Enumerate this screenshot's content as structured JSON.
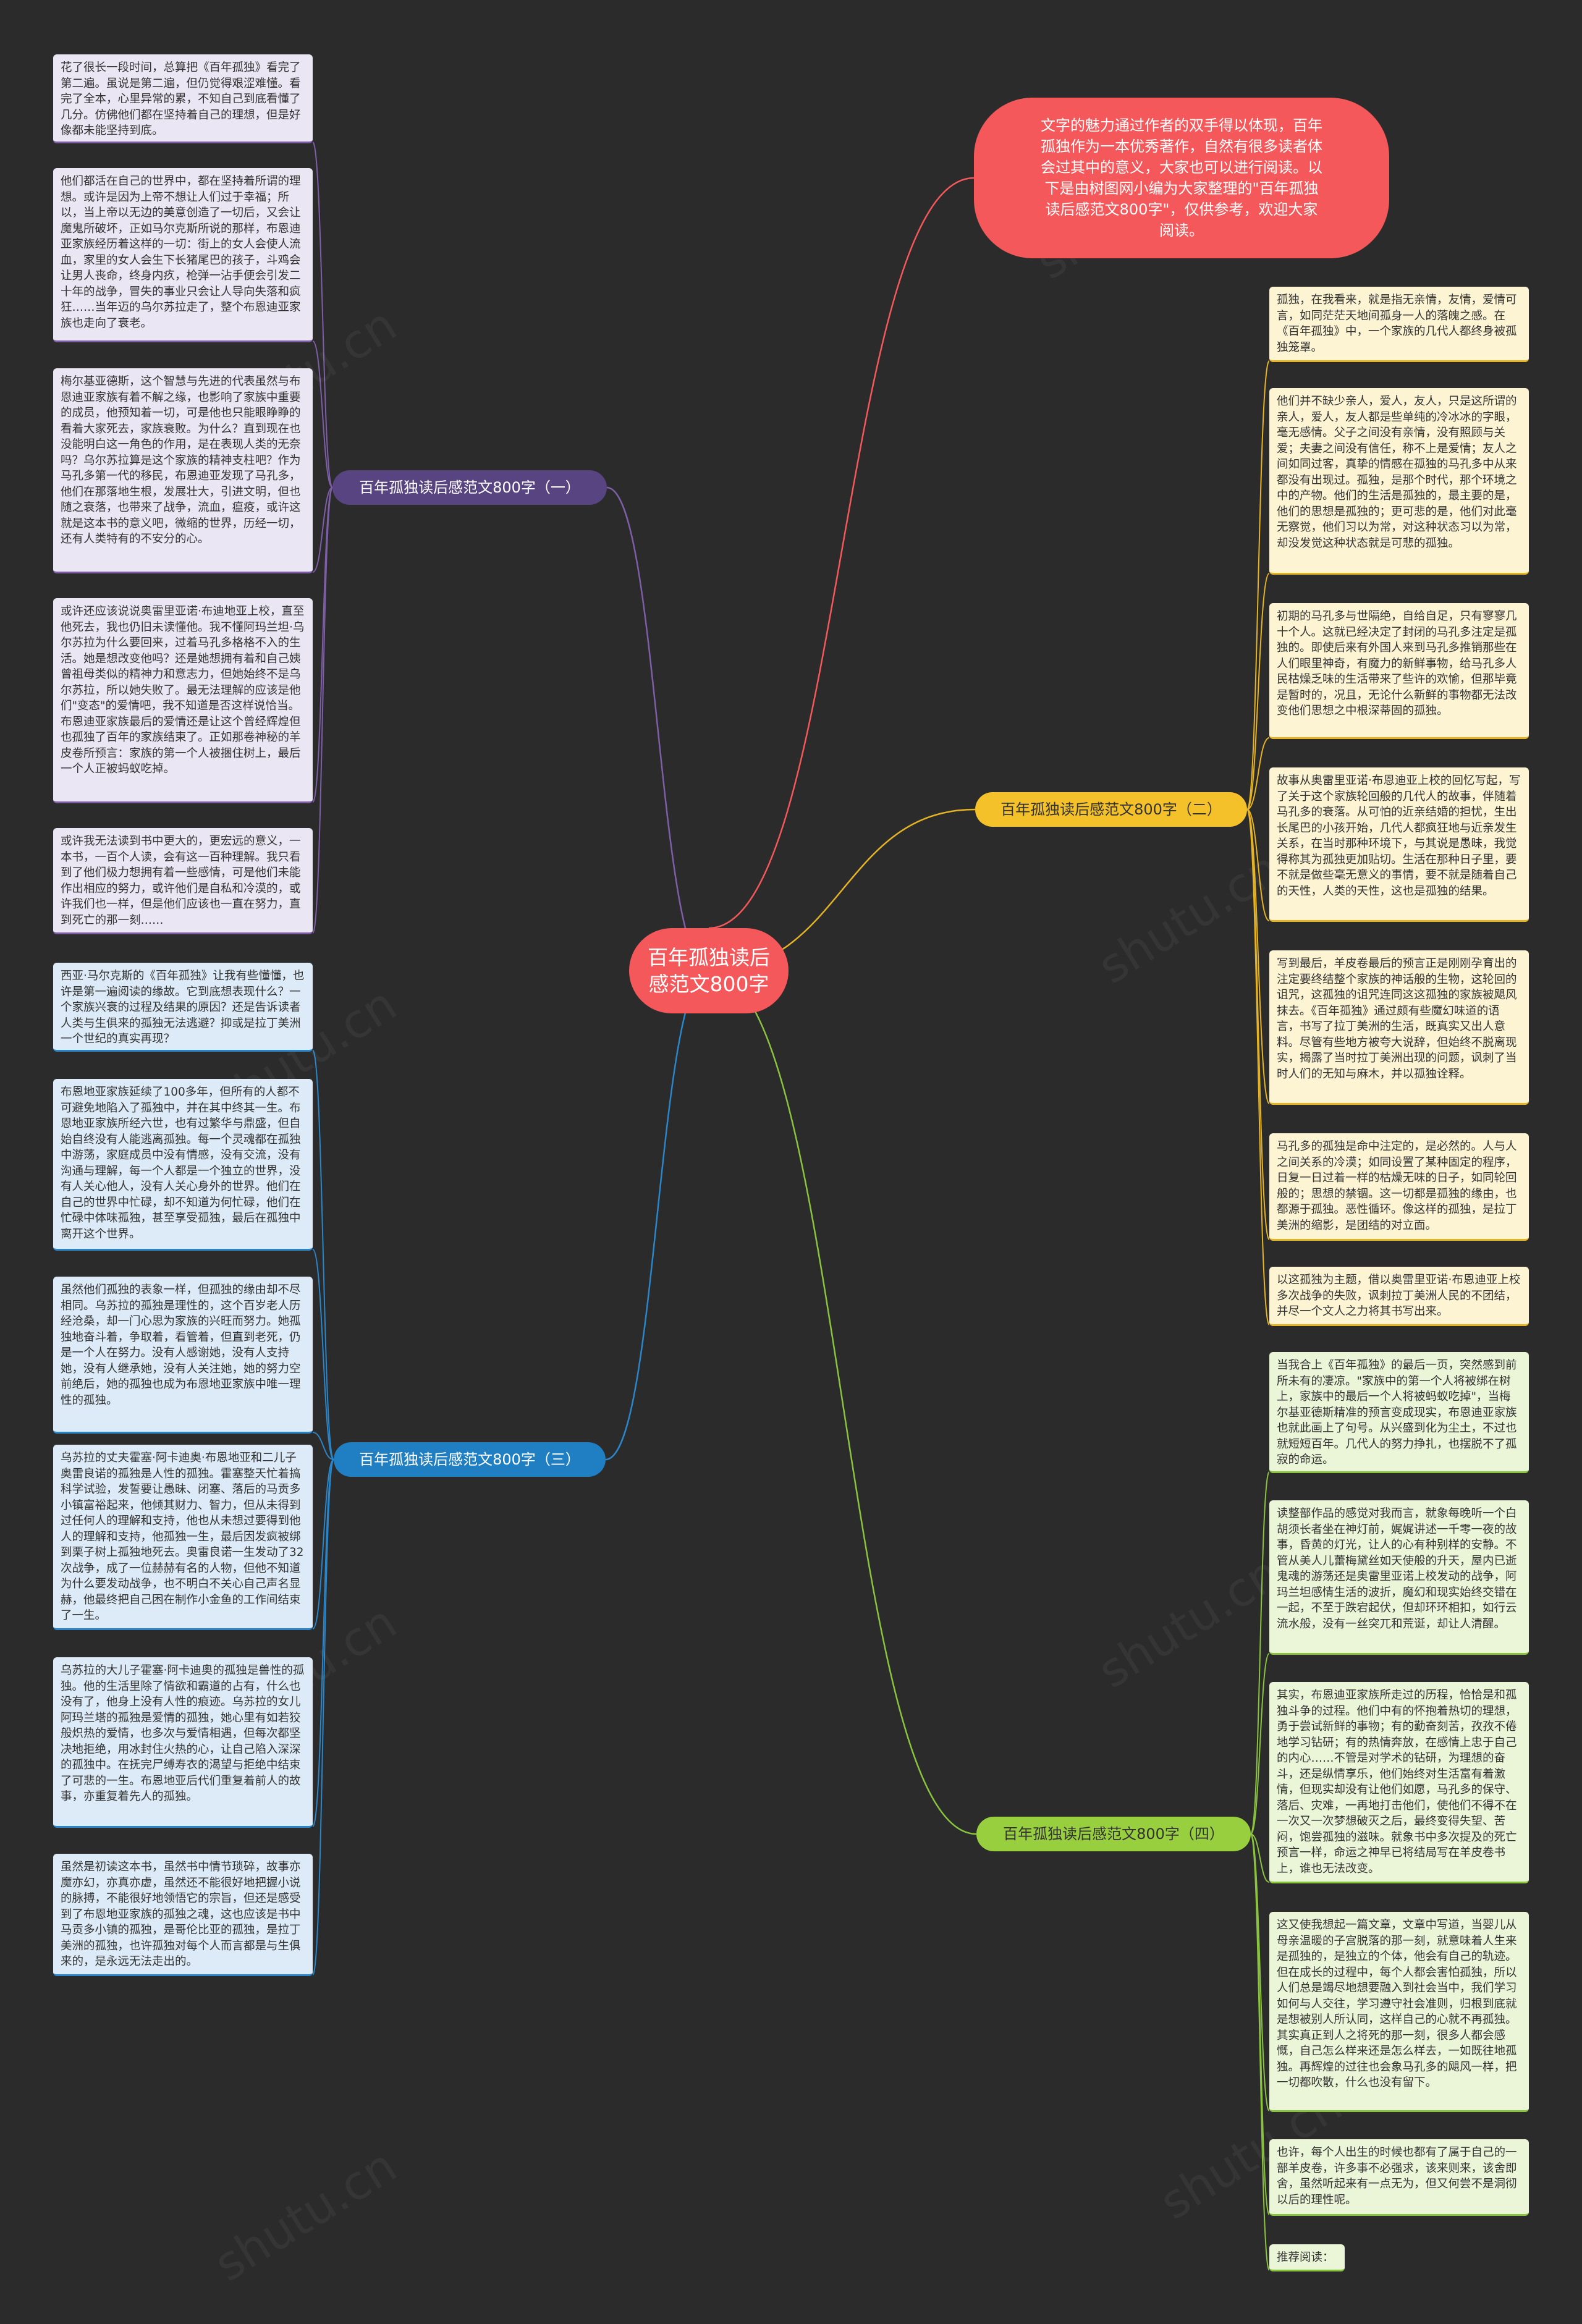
{
  "root": {
    "title": "百年孤独读后感范文800字"
  },
  "intro": "文字的魅力通过作者的双手得以体现，百年孤独作为一本优秀著作，自然有很多读者体会过其中的意义，大家也可以进行阅读。以下是由树图网小编为大家整理的\"百年孤独读后感范文800字\"，仅供参考，欢迎大家阅读。",
  "branches": [
    {
      "label": "百年孤独读后感范文800字（一）",
      "notes": [
        "花了很长一段时间，总算把《百年孤独》看完了第二遍。虽说是第二遍，但仍觉得艰涩难懂。看完了全本，心里异常的累，不知自己到底看懂了几分。仿佛他们都在坚持着自己的理想，但是好像都未能坚持到底。",
        "他们都活在自己的世界中，都在坚持着所谓的理想。或许是因为上帝不想让人们过于幸福；所以，当上帝以无边的美意创造了一切后，又会让魔鬼所破坏，正如马尔克斯所说的那样，布恩迪亚家族经历着这样的一切：街上的女人会使人流血，家里的女人会生下长猪尾巴的孩子，斗鸡会让男人丧命，终身内疚，枪弹一沾手便会引发二十年的战争，冒失的事业只会让人导向失落和疯狂……当年迈的乌尔苏拉走了，整个布恩迪亚家族也走向了衰老。",
        "梅尔基亚德斯，这个智慧与先进的代表虽然与布恩迪亚家族有着不解之缘，也影响了家族中重要的成员，他预知着一切，可是他也只能眼睁睁的看着大家死去，家族衰败。为什么？直到现在也没能明白这一角色的作用，是在表现人类的无奈吗？乌尔苏拉算是这个家族的精神支柱吧？作为马孔多第一代的移民，布恩迪亚发现了马孔多，他们在那落地生根，发展壮大，引进文明，但也随之衰落，也带来了战争，流血，瘟疫，或许这就是这本书的意义吧，微缩的世界，历经一切，还有人类特有的不安分的心。",
        "或许还应该说说奥雷里亚诺·布迪地亚上校，直至他死去，我也仍旧未读懂他。我不懂阿玛兰坦·乌尔苏拉为什么要回来，过着马孔多格格不入的生活。她是想改变他吗？还是她想拥有着和自己姨曾祖母类似的精神力和意志力，但她始终不是乌尔苏拉，所以她失败了。最无法理解的应该是他们\"变态\"的爱情吧，我不知道是否这样说恰当。布恩迪亚家族最后的爱情还是让这个曾经辉煌但也孤独了百年的家族结束了。正如那卷神秘的羊皮卷所预言：家族的第一个人被捆住树上，最后一个人正被蚂蚁吃掉。",
        "或许我无法读到书中更大的，更宏远的意义，一本书，一百个人读，会有这一百种理解。我只看到了他们极力想拥有着一些感情，可是他们未能作出相应的努力，或许他们是自私和冷漠的，或许我们也一样，但是他们应该也一直在努力，直到死亡的那一刻……"
      ]
    },
    {
      "label": "百年孤独读后感范文800字（二）",
      "notes": [
        "孤独，在我看来，就是指无亲情，友情，爱情可言，如同茫茫天地间孤身一人的落魄之感。在《百年孤独》中，一个家族的几代人都终身被孤独笼罩。",
        "他们并不缺少亲人，爱人，友人，只是这所谓的亲人，爱人，友人都是些单纯的冷冰冰的字眼，毫无感情。父子之间没有亲情，没有照顾与关爱；夫妻之间没有信任，称不上是爱情；友人之间如同过客，真挚的情感在孤独的马孔多中从来都没有出现过。孤独，是那个时代，那个环境之中的产物。他们的生活是孤独的，最主要的是，他们的思想是孤独的；更可悲的是，他们对此毫无察觉，他们习以为常，对这种状态习以为常，却没发觉这种状态就是可悲的孤独。",
        "初期的马孔多与世隔绝，自给自足，只有寥寥几十个人。这就已经决定了封闭的马孔多注定是孤独的。即使后来有外国人来到马孔多推销那些在人们眼里神奇，有魔力的新鲜事物，给马孔多人民枯燥乏味的生活带来了些许的欢愉，但那毕竟是暂时的，况且，无论什么新鲜的事物都无法改变他们思想之中根深蒂固的孤独。",
        "故事从奥雷里亚诺·布恩迪亚上校的回忆写起，写了关于这个家族轮回般的几代人的故事，伴随着马孔多的衰落。从可怕的近亲结婚的担忧，生出长尾巴的小孩开始，几代人都疯狂地与近亲发生关系，在当时那种环境下，与其说是愚昧，我觉得称其为孤独更加贴切。生活在那种日子里，要不就是做些毫无意义的事情，要不就是随着自己的天性，人类的天性，这也是孤独的结果。",
        "写到最后，羊皮卷最后的预言正是刚刚孕育出的注定要终结整个家族的神话般的生物，这轮回的诅咒，这孤独的诅咒连同这这孤独的家族被飓风抹去。《百年孤独》通过颇有些魔幻味道的语言，书写了拉丁美洲的生活，既真实又出人意料。尽管有些地方被夸大说辞，但始终不脱离现实，揭露了当时拉丁美洲出现的问题，讽刺了当时人们的无知与麻木，并以孤独诠释。",
        "马孔多的孤独是命中注定的，是必然的。人与人之间关系的冷漠；如同设置了某种固定的程序，日复一日过着一样的枯燥无味的日子，如同轮回般的；思想的禁锢。这一切都是孤独的缘由，也都源于孤独。恶性循环。像这样的孤独，是拉丁美洲的缩影，是团结的对立面。",
        "以这孤独为主题，借以奥雷里亚诺·布恩迪亚上校多次战争的失败，讽刺拉丁美洲人民的不团结，并尽一个文人之力将其书写出来。"
      ]
    },
    {
      "label": "百年孤独读后感范文800字（三）",
      "notes": [
        "西亚·马尔克斯的《百年孤独》让我有些懂懂，也许是第一遍阅读的缘故。它到底想表现什么？一个家族兴衰的过程及结果的原因？还是告诉读者人类与生俱来的孤独无法逃避？抑或是拉丁美洲一个世纪的真实再现？",
        "布恩地亚家族延续了100多年，但所有的人都不可避免地陷入了孤独中，并在其中终其一生。布恩地亚家族所经六世，也有过繁华与鼎盛，但自始自终没有人能逃离孤独。每一个灵魂都在孤独中游荡，家庭成员中没有情感，没有交流，没有沟通与理解，每一个人都是一个独立的世界，没有人关心他人，没有人关心身外的世界。他们在自己的世界中忙碌，却不知道为何忙碌，他们在忙碌中体味孤独，甚至享受孤独，最后在孤独中离开这个世界。",
        "虽然他们孤独的表象一样，但孤独的缘由却不尽相同。乌苏拉的孤独是理性的，这个百岁老人历经沧桑，却一门心思为家族的兴旺而努力。她孤独地奋斗着，争取着，看管着，但直到老死，仍是一个人在努力。没有人感谢她，没有人支持她，没有人继承她，没有人关注她，她的努力空前绝后，她的孤独也成为布恩地亚家族中唯一理性的孤独。",
        "乌苏拉的丈夫霍塞·阿卡迪奥·布恩地亚和二儿子奥雷良诺的孤独是人性的孤独。霍塞整天忙着搞科学试验，发誓要让愚昧、闭塞、落后的马贡多小镇富裕起来，他倾其财力、智力，但从未得到过任何人的理解和支持，他也从未想过要得到他人的理解和支持，他孤独一生，最后因发疯被绑到栗子树上孤独地死去。奥雷良诺一生发动了32次战争，成了一位赫赫有名的人物，但他不知道为什么要发动战争，也不明白不关心自己声名显赫，他最终把自己困在制作小金鱼的工作间结束了一生。",
        "乌苏拉的大儿子霍塞·阿卡迪奥的孤独是兽性的孤独。他的生活里除了情欲和霸道的占有，什么也没有了，他身上没有人性的痕迹。乌苏拉的女儿阿玛兰塔的孤独是爱情的孤独，她心里有如若狡般炽热的爱情，也多次与爱情相遇，但每次都坚决地拒绝，用冰封住火热的心，让自己陷入深深的孤独中。在抚完尸缚寿衣的渴望与拒绝中结束了可悲的一生。布恩地亚后代们重复着前人的故事，亦重复着先人的孤独。",
        "虽然是初读这本书，虽然书中情节琐碎，故事亦魔亦幻，亦真亦虚，虽然还不能很好地把握小说的脉搏，不能很好地领悟它的宗旨，但还是感受到了布恩地亚家族的孤独之魂，这也应该是书中马贡多小镇的孤独，是哥伦比亚的孤独，是拉丁美洲的孤独，也许孤独对每个人而言都是与生俱来的，是永远无法走出的。"
      ]
    },
    {
      "label": "百年孤独读后感范文800字（四）",
      "notes": [
        "当我合上《百年孤独》的最后一页，突然感到前所未有的凄凉。\"家族中的第一个人将被绑在树上，家族中的最后一个人将被蚂蚁吃掉\"，当梅尔基亚德斯精准的预言变成现实，布恩迪亚家族也就此画上了句号。从兴盛到化为尘土，不过也就短短百年。几代人的努力挣扎，也摆脱不了孤寂的命运。",
        "读整部作品的感觉对我而言，就象每晚听一个白胡须长者坐在神灯前，娓娓讲述一千零一夜的故事，昏黄的灯光，让人的心有种别样的安静。不管从美人儿蕾梅黛丝如天使般的升天，屋内已逝鬼魂的游荡还是奥雷里亚诺上校发动的战争，阿玛兰坦感情生活的波折，魔幻和现实始终交错在一起，不至于跌宕起伏，但却环环相扣，如行云流水般，没有一丝突兀和荒诞，却让人清醒。",
        "其实，布恩迪亚家族所走过的历程，恰恰是和孤独斗争的过程。他们中有的怀抱着热切的理想，勇于尝试新鲜的事物；有的勤奋刻苦，孜孜不倦地学习钻研；有的热情奔放，在感情上忠于自己的内心……不管是对学术的钻研，为理想的奋斗，还是纵情享乐，他们始终对生活富有着激情，但现实却没有让他们如愿，马孔多的保守、落后、灾难，一再地打击他们，使他们不得不在一次又一次梦想破灭之后，最终变得失望、苦闷，饱尝孤独的滋味。就象书中多次提及的死亡预言一样，命运之神早已将结局写在羊皮卷书上，谁也无法改变。",
        "这又使我想起一篇文章，文章中写道，当婴儿从母亲温暖的子宫脱落的那一刻，就意味着人生来是孤独的，是独立的个体，他会有自己的轨迹。但在成长的过程中，每个人都会害怕孤独，所以人们总是竭尽地想要融入到社会当中，我们学习如何与人交往，学习遵守社会准则，归根到底就是想被别人所认同，这样自己的心就不再孤独。其实真正到人之将死的那一刻，很多人都会感慨，自己怎么样来还是怎么样去，一如既往地孤独。再辉煌的过往也会象马孔多的飓风一样，把一切都吹散，什么也没有留下。",
        "也许，每个人出生的时候也都有了属于自己的一部羊皮卷，许多事不必强求，该来则来，该舍即舍，虽然听起来有一点无为，但又何尝不是洞彻以后的理性呢。",
        "推荐阅读："
      ]
    }
  ],
  "watermark": "shutu.cn",
  "colors": {
    "background": "#2b2b2b",
    "root": "#f4585a",
    "branch1": "#574480",
    "branch2": "#f4c12a",
    "branch3": "#1f7fc2",
    "branch4": "#97cf3f"
  }
}
